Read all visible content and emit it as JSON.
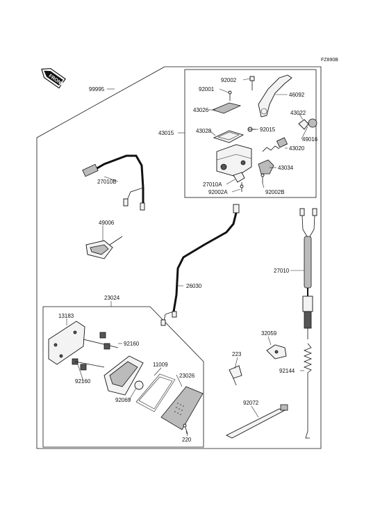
{
  "figure_code": "FZ890B",
  "front_label": "FRONT",
  "labels": [
    {
      "id": "99995",
      "text": "99995"
    },
    {
      "id": "92002a",
      "text": "92002"
    },
    {
      "id": "92001",
      "text": "92001"
    },
    {
      "id": "46092",
      "text": "46092"
    },
    {
      "id": "43026",
      "text": "43026"
    },
    {
      "id": "43022",
      "text": "43022"
    },
    {
      "id": "43028",
      "text": "43028"
    },
    {
      "id": "92015",
      "text": "92015"
    },
    {
      "id": "49016",
      "text": "49016"
    },
    {
      "id": "43015",
      "text": "43015"
    },
    {
      "id": "43020",
      "text": "43020"
    },
    {
      "id": "43034",
      "text": "43034"
    },
    {
      "id": "27010A",
      "text": "27010A"
    },
    {
      "id": "92002A",
      "text": "92002A"
    },
    {
      "id": "92002B",
      "text": "92002B"
    },
    {
      "id": "27010B",
      "text": "27010B"
    },
    {
      "id": "49006",
      "text": "49006"
    },
    {
      "id": "27010",
      "text": "27010"
    },
    {
      "id": "26030",
      "text": "26030"
    },
    {
      "id": "23024",
      "text": "23024"
    },
    {
      "id": "13183",
      "text": "13183"
    },
    {
      "id": "32059",
      "text": "32059"
    },
    {
      "id": "92160a",
      "text": "92160"
    },
    {
      "id": "223",
      "text": "223"
    },
    {
      "id": "11009",
      "text": "11009"
    },
    {
      "id": "23026",
      "text": "23026"
    },
    {
      "id": "92144",
      "text": "92144"
    },
    {
      "id": "92160b",
      "text": "92160"
    },
    {
      "id": "92069",
      "text": "92069"
    },
    {
      "id": "92072",
      "text": "92072"
    },
    {
      "id": "220",
      "text": "220"
    }
  ]
}
